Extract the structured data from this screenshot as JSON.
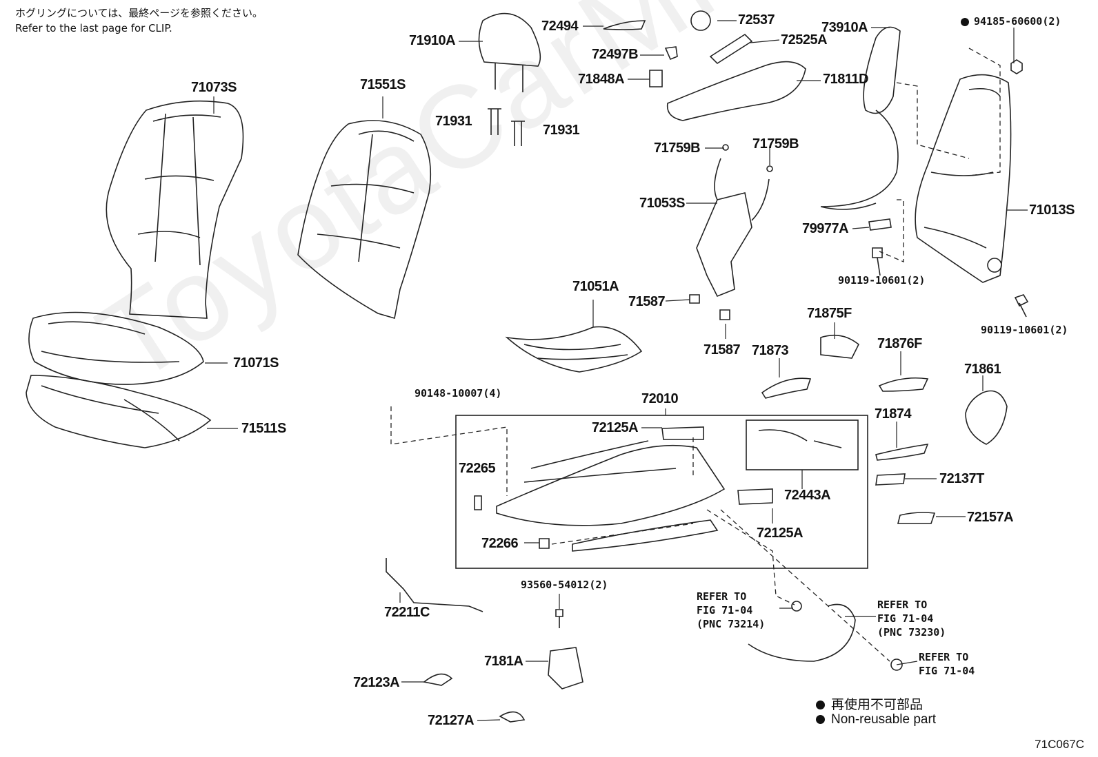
{
  "notes": {
    "jp": "ホグリングについては、最終ページを参照ください。",
    "en": "Refer to the last page for CLIP."
  },
  "watermark": "ToyotaCarMine.ru",
  "labels": {
    "p71073S": "71073S",
    "p71551S": "71551S",
    "p71910A": "71910A",
    "p71931a": "71931",
    "p71931b": "71931",
    "p72494": "72494",
    "p72537": "72537",
    "p72497B": "72497B",
    "p72525A": "72525A",
    "p71848A": "71848A",
    "p71811D": "71811D",
    "p73910A": "73910A",
    "p94185": "94185-60600(2)",
    "p71759Ba": "71759B",
    "p71759Bb": "71759B",
    "p71053S": "71053S",
    "p71013S": "71013S",
    "p79977A": "79977A",
    "p90119a": "90119-10601(2)",
    "p90119b": "90119-10601(2)",
    "p71051A": "71051A",
    "p71587a": "71587",
    "p71587b": "71587",
    "p71071S": "71071S",
    "p71511S": "71511S",
    "p71875F": "71875F",
    "p71873": "71873",
    "p71876F": "71876F",
    "p71861": "71861",
    "p90148": "90148-10007(4)",
    "p72010": "72010",
    "p72125Aa": "72125A",
    "p72265": "72265",
    "p71874": "71874",
    "p72137T": "72137T",
    "p72443A": "72443A",
    "p72157A": "72157A",
    "p72125Ab": "72125A",
    "p72266": "72266",
    "p93560": "93560-54012(2)",
    "p72211C": "72211C",
    "p7181A": "7181A",
    "p72123A": "72123A",
    "p72127A": "72127A"
  },
  "refs": {
    "r73214": "REFER TO\nFIG 71-04\n(PNC 73214)",
    "r73230": "REFER TO\nFIG 71-04\n(PNC 73230)",
    "r7104": "REFER TO\nFIG 71-04"
  },
  "legend": {
    "jp": "再使用不可部品",
    "en": "Non-reusable part"
  },
  "diagram_code": "71C067C"
}
